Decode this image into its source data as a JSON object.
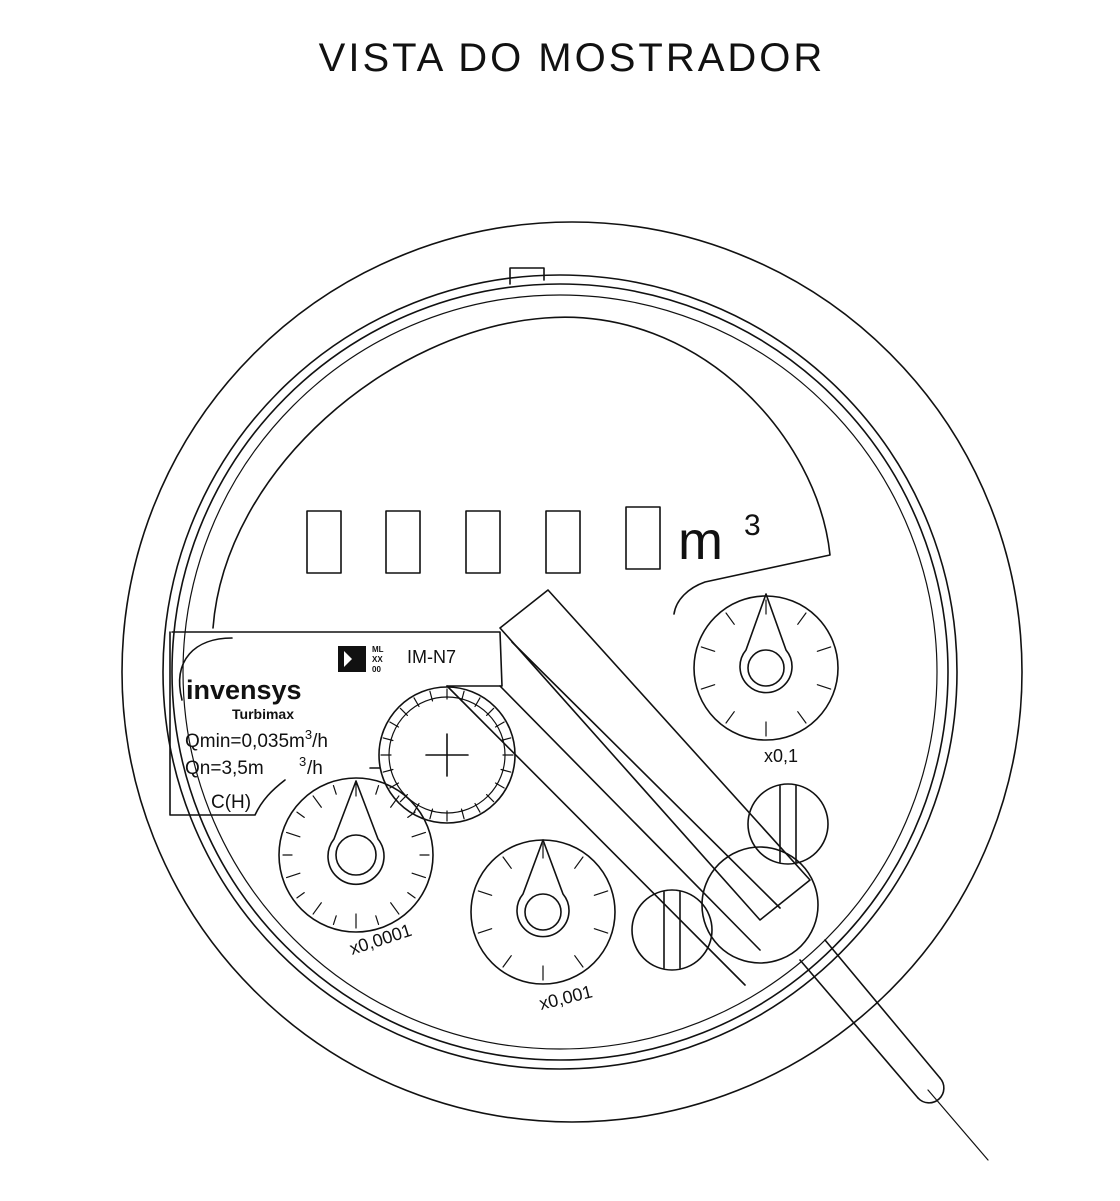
{
  "title": "VISTA DO MOSTRADOR",
  "register": {
    "unit": "m",
    "unit_exp": "3",
    "digit_windows": 5
  },
  "label_plate": {
    "brand": "invensys",
    "model": "Turbimax",
    "qmin": "Qmin=0,035m",
    "qmin_exp": "3",
    "qmin_per": "/h",
    "qn": "Qn=3,5m",
    "qn_exp": "3",
    "qn_per": "/h",
    "class": "C(H)",
    "approval_code": "IM-N7",
    "approval_mark": {
      "line1": "ML",
      "line2": "XX",
      "line3": "00"
    }
  },
  "dials": [
    {
      "id": "dial-x0-1",
      "label": "x0,1"
    },
    {
      "id": "dial-x0-001",
      "label": "x0,001"
    },
    {
      "id": "dial-x0-0001",
      "label": "x0,0001"
    }
  ],
  "colors": {
    "line": "#111111",
    "background": "#ffffff"
  }
}
